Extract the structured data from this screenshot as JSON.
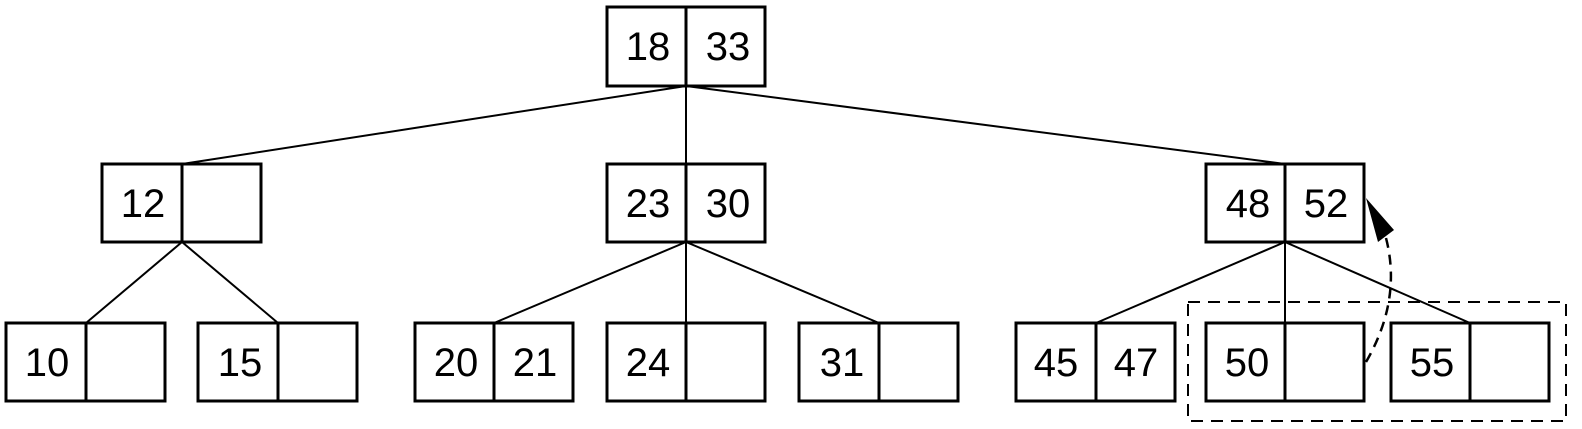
{
  "tree": {
    "root": {
      "keys": [
        "18",
        "33"
      ]
    },
    "level1": [
      {
        "keys": [
          "12",
          ""
        ]
      },
      {
        "keys": [
          "23",
          "30"
        ]
      },
      {
        "keys": [
          "48",
          "52"
        ]
      }
    ],
    "leaves": [
      {
        "keys": [
          "10",
          ""
        ]
      },
      {
        "keys": [
          "15",
          ""
        ]
      },
      {
        "keys": [
          "20",
          "21"
        ]
      },
      {
        "keys": [
          "24",
          ""
        ]
      },
      {
        "keys": [
          "31",
          ""
        ]
      },
      {
        "keys": [
          "45",
          "47"
        ]
      },
      {
        "keys": [
          "50",
          ""
        ]
      },
      {
        "keys": [
          "55",
          ""
        ]
      }
    ]
  },
  "colors": {
    "stroke": "#000000",
    "background": "#ffffff"
  }
}
